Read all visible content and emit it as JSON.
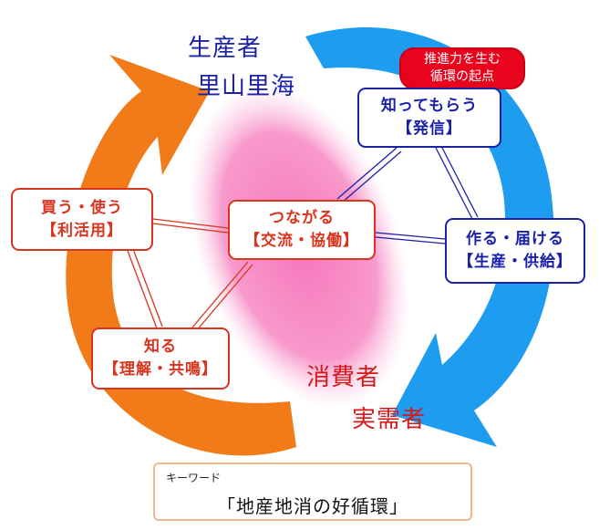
{
  "title": {
    "producer": "生産者",
    "satoyama": "里山里海"
  },
  "consumer": {
    "line1": "消費者",
    "line2": "実需者"
  },
  "badge": {
    "line1": "推進力を生む",
    "line2": "循環の起点"
  },
  "nodes": {
    "connect": {
      "line1": "つながる",
      "line2": "【交流・協働】"
    },
    "send": {
      "line1": "知ってもらう",
      "line2": "【発信】"
    },
    "make": {
      "line1": "作る・届ける",
      "line2": "【生産・供給】"
    },
    "buy": {
      "line1": "買う・使う",
      "line2": "【利活用】"
    },
    "know": {
      "line1": "知る",
      "line2": "【理解・共鳴】"
    }
  },
  "keyword": {
    "caption": "キーワード",
    "text": "「地産地消の好循環」"
  },
  "colors": {
    "orange_arrow": "#f07b18",
    "blue_arrow": "#1e9cf0",
    "pink_oval": "#f78ec6",
    "red": "#d9341e",
    "navy": "#1a21a8",
    "badge": "#e8041c"
  }
}
